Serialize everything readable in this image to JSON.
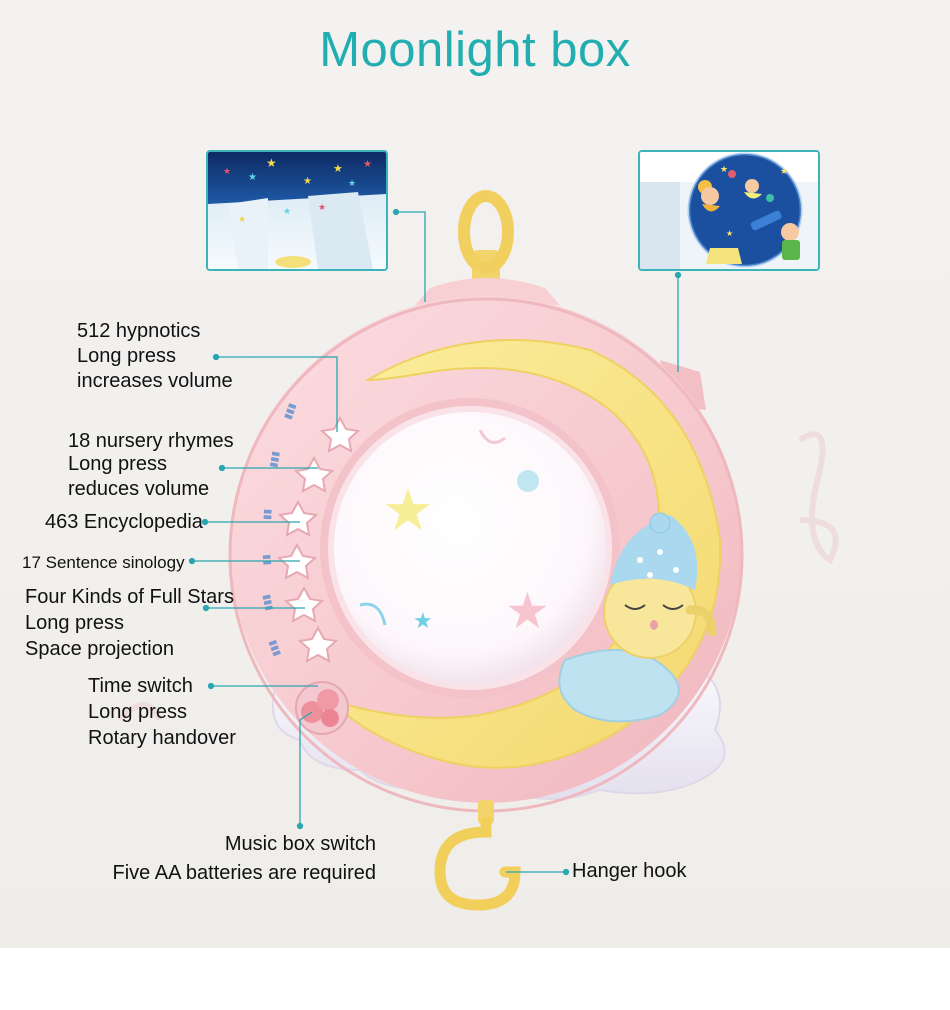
{
  "title": "Moonlight box",
  "labels": {
    "hypnotics": [
      "512 hypnotics",
      "Long press",
      "increases volume"
    ],
    "nursery": [
      "18 nursery rhymes",
      "Long press",
      "reduces volume"
    ],
    "encyclopedia": [
      "463 Encyclopedia"
    ],
    "sinology": [
      "17 Sentence sinology"
    ],
    "stars": [
      "Four Kinds of Full Stars",
      "Long press",
      "Space projection"
    ],
    "time": [
      "Time switch",
      "Long press",
      "Rotary handover"
    ],
    "music": [
      "Music box switch",
      "Five AA batteries are required"
    ],
    "hook": [
      "Hanger hook"
    ]
  },
  "colors": {
    "accent": "#22aeb0",
    "shell": "#f6c9cc",
    "moon": "#f7e493",
    "dome": "#ffffff",
    "cloud": "#eeeaf4"
  },
  "icons": [
    "star-button-icon",
    "flower-button-icon",
    "hanger-hook-icon",
    "projection-preview-icon"
  ]
}
